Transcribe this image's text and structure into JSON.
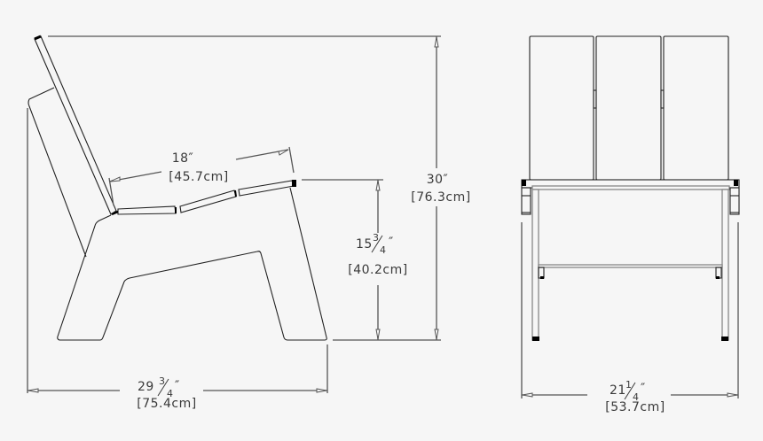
{
  "drawing": {
    "title": "Chair dimension drawing",
    "background": "#f6f6f6",
    "line_color": "#222222",
    "dimension_color": "#555555",
    "views": [
      {
        "name": "side-view",
        "dimensions": {
          "seat_depth": {
            "imperial": "18″",
            "metric": "[45.7cm]"
          },
          "seat_height": {
            "imperial_whole": "15",
            "imperial_num": "3",
            "imperial_den": "4",
            "imperial_unit": "″",
            "metric": "[40.2cm]"
          },
          "overall_height": {
            "imperial": "30″",
            "metric": "[76.3cm]"
          },
          "overall_depth": {
            "imperial_whole": "29",
            "imperial_num": "3",
            "imperial_den": "4",
            "imperial_unit": "″",
            "metric": "[75.4cm]"
          }
        }
      },
      {
        "name": "front-view",
        "dimensions": {
          "overall_width": {
            "imperial_whole": "21",
            "imperial_num": "1",
            "imperial_den": "4",
            "imperial_unit": "″",
            "metric": "[53.7cm]"
          }
        }
      }
    ]
  }
}
